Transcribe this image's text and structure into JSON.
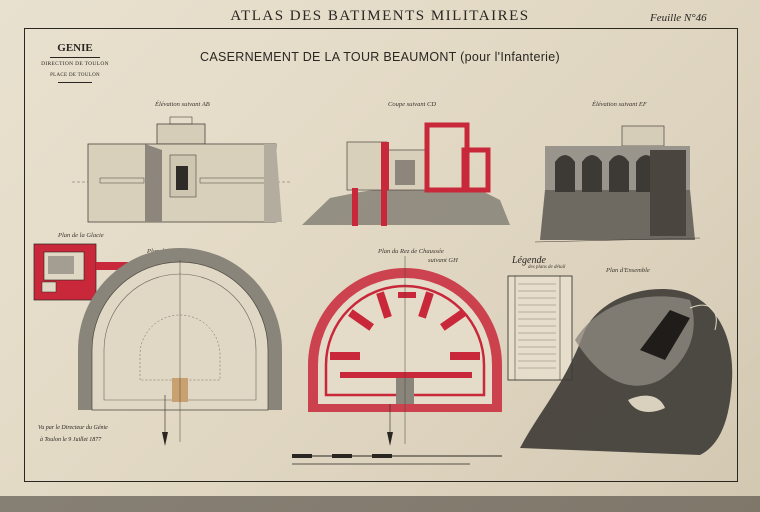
{
  "header": {
    "atlas_title": "ATLAS DES BATIMENTS MILITAIRES",
    "sheet_number": "Feuille N°46"
  },
  "cartouche": {
    "corps": "GENIE",
    "direction": "DIRECTION DE TOULON",
    "place": "PLACE DE TOULON"
  },
  "main_title": "CASERNEMENT DE LA TOUR BEAUMONT (pour l'Infanterie)",
  "drawings": {
    "elevation_ab": "Élévation suivant AB",
    "coupe_cd": "Coupe suivant CD",
    "elevation_ef": "Élévation suivant EF",
    "plan_glacis": "Plan de la Glacie",
    "plan_terrasse": "Plan de la Terrasse",
    "plan_rez": "Plan du Rez de Chaussée",
    "plan_rez_sub": "suivant GH",
    "plan_ensemble": "Plan d'Ensemble"
  },
  "legend": {
    "title": "Légende",
    "subtitle": "des plans de détail"
  },
  "signature": {
    "line1": "Vu par le Directeur du Génie",
    "line2": "à Toulon le 9 Juillet 1877"
  },
  "colors": {
    "paper": "#e6ddca",
    "ink": "#2a2622",
    "section_red": "#c8283a",
    "wash_grey": "#9a958c",
    "terrain_dark": "#3d3a35"
  }
}
